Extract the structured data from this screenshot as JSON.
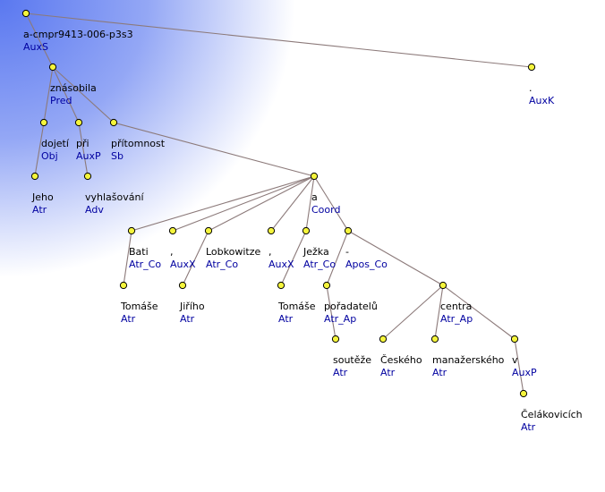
{
  "tree": {
    "colors": {
      "node_fill": "#f5f53c",
      "edge": "#8c7a7a",
      "func_text": "#0000a0",
      "gradient": "#5a78f0"
    },
    "nodes": [
      {
        "id": "root",
        "label": "a-cmpr9413-006-p3s3",
        "func": "AuxS"
      },
      {
        "id": "n_znasobila",
        "label": "znásobila",
        "func": "Pred",
        "parent": "root"
      },
      {
        "id": "n_period",
        "label": ".",
        "func": "AuxK",
        "parent": "root"
      },
      {
        "id": "n_dojeti",
        "label": "dojetí",
        "func": "Obj",
        "parent": "n_znasobila"
      },
      {
        "id": "n_pri",
        "label": "při",
        "func": "AuxP",
        "parent": "n_znasobila"
      },
      {
        "id": "n_pritomnost",
        "label": "přítomnost",
        "func": "Sb",
        "parent": "n_znasobila"
      },
      {
        "id": "n_jeho",
        "label": "Jeho",
        "func": "Atr",
        "parent": "n_dojeti"
      },
      {
        "id": "n_vyhlasovani",
        "label": "vyhlašování",
        "func": "Adv",
        "parent": "n_pri"
      },
      {
        "id": "n_a",
        "label": "a",
        "func": "Coord",
        "parent": "n_pritomnost"
      },
      {
        "id": "n_bati",
        "label": "Bati",
        "func": "Atr_Co",
        "parent": "n_a"
      },
      {
        "id": "n_comma1",
        "label": ",",
        "func": "AuxX",
        "parent": "n_a"
      },
      {
        "id": "n_lobkowitze",
        "label": "Lobkowitze",
        "func": "Atr_Co",
        "parent": "n_a"
      },
      {
        "id": "n_comma2",
        "label": ",",
        "func": "AuxX",
        "parent": "n_a"
      },
      {
        "id": "n_jezka",
        "label": "Ježka",
        "func": "Atr_Co",
        "parent": "n_a"
      },
      {
        "id": "n_dash",
        "label": "-",
        "func": "Apos_Co",
        "parent": "n_a"
      },
      {
        "id": "n_tomase1",
        "label": "Tomáše",
        "func": "Atr",
        "parent": "n_bati"
      },
      {
        "id": "n_jiriho",
        "label": "Jiřího",
        "func": "Atr",
        "parent": "n_lobkowitze"
      },
      {
        "id": "n_tomase2",
        "label": "Tomáše",
        "func": "Atr",
        "parent": "n_jezka"
      },
      {
        "id": "n_poradatelu",
        "label": "pořadatelů",
        "func": "Atr_Ap",
        "parent": "n_dash"
      },
      {
        "id": "n_centra",
        "label": "centra",
        "func": "Atr_Ap",
        "parent": "n_dash"
      },
      {
        "id": "n_souteze",
        "label": "soutěže",
        "func": "Atr",
        "parent": "n_poradatelu"
      },
      {
        "id": "n_ceskeho",
        "label": "Českého",
        "func": "Atr",
        "parent": "n_centra"
      },
      {
        "id": "n_manazerskeho",
        "label": "manažerského",
        "func": "Atr",
        "parent": "n_centra"
      },
      {
        "id": "n_v",
        "label": "v",
        "func": "AuxP",
        "parent": "n_centra"
      },
      {
        "id": "n_celakovicich",
        "label": "Čelákovicích",
        "func": "Atr",
        "parent": "n_v"
      }
    ]
  }
}
